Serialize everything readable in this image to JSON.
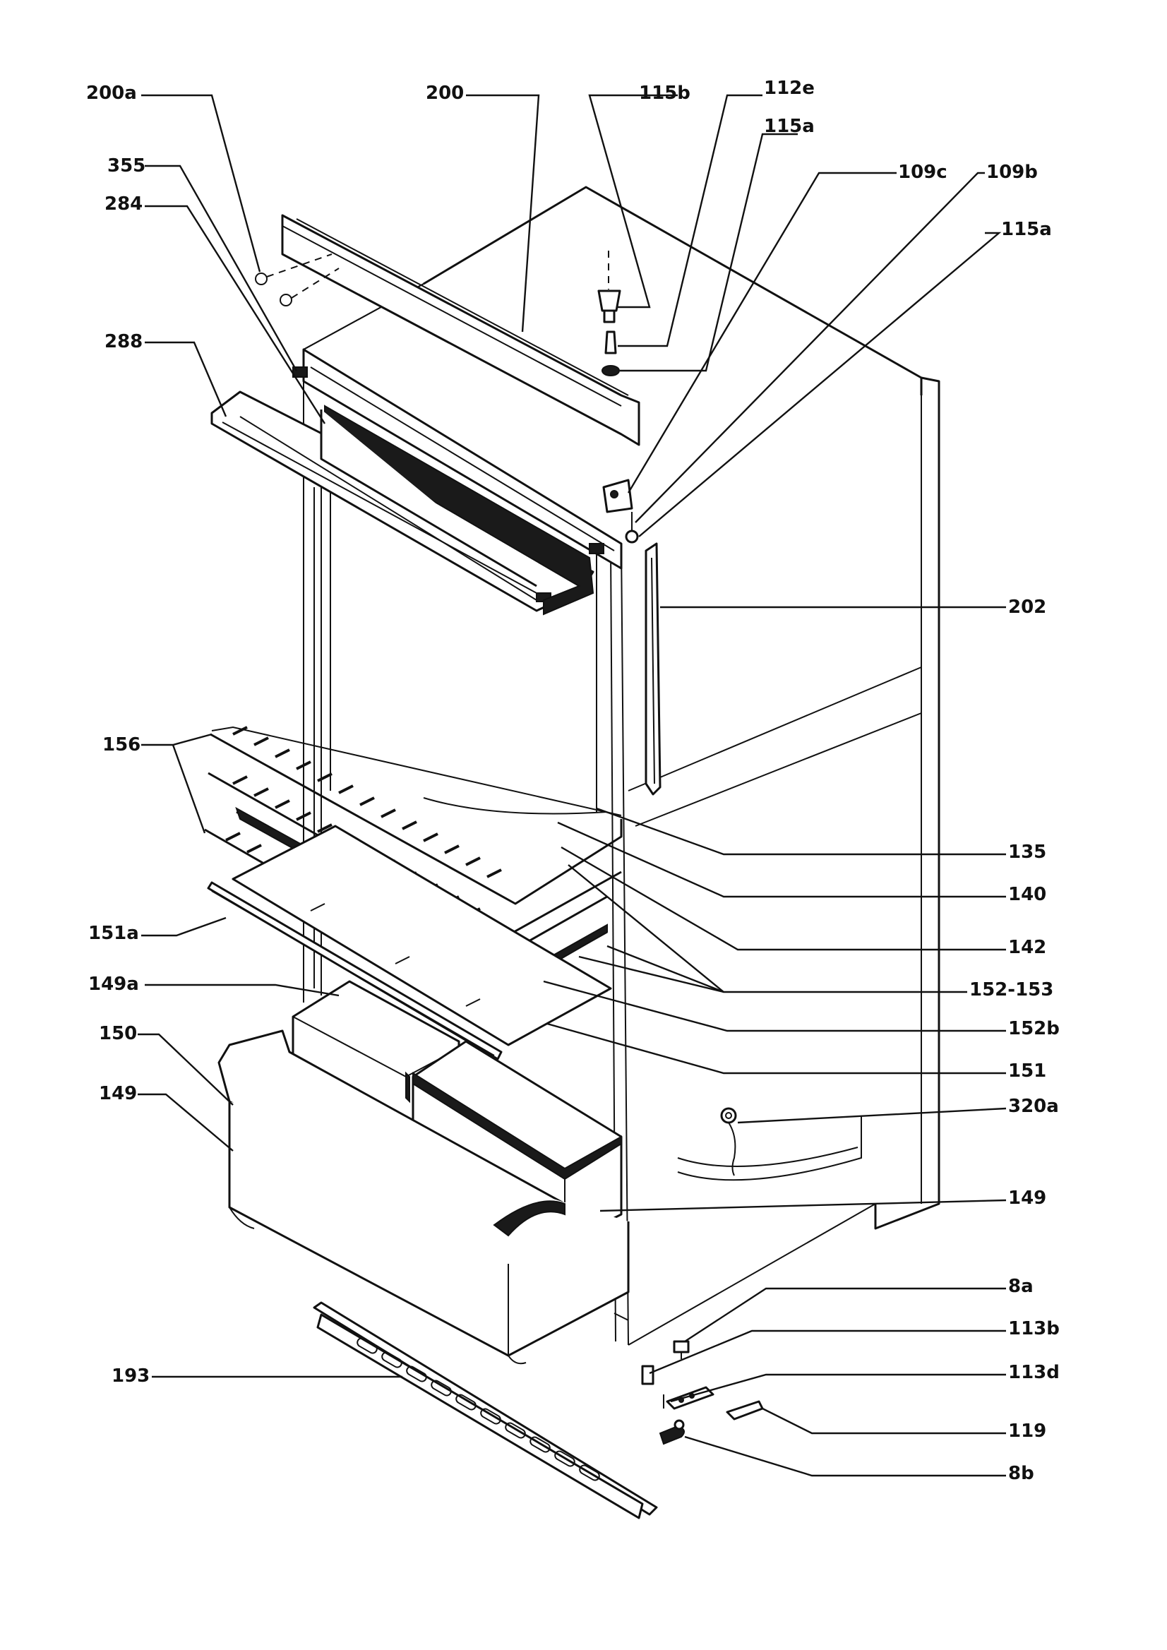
{
  "labels": {
    "l200a": "200a",
    "l200": "200",
    "l115b": "115b",
    "l112e": "112e",
    "l115a_top": "115a",
    "l109c": "109c",
    "l109b": "109b",
    "l115a_right": "115a",
    "l355": "355",
    "l284": "284",
    "l288": "288",
    "l202": "202",
    "l156": "156",
    "l135": "135",
    "l140": "140",
    "l142": "142",
    "l152_153": "152-153",
    "l151a": "151a",
    "l149a": "149a",
    "l152b": "152b",
    "l150": "150",
    "l151": "151",
    "l149_left": "149",
    "l320a": "320a",
    "l149_right": "149",
    "l8a": "8a",
    "l113b": "113b",
    "l113d": "113d",
    "l193": "193",
    "l119": "119",
    "l8b": "8b"
  }
}
